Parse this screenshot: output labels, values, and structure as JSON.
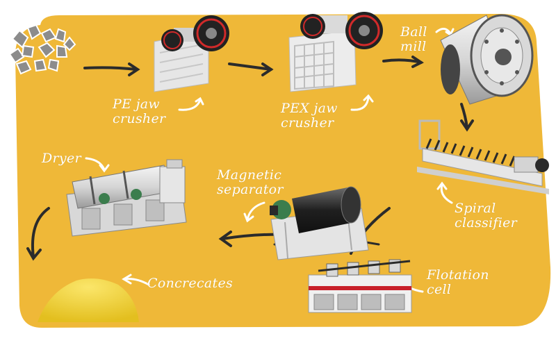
{
  "colors": {
    "background": "#efb838",
    "label_text": "#ffffff",
    "arrow": "#2b2b2b",
    "ore_pile": "#f3d63a",
    "machine_body": "#e9e9e9",
    "machine_red": "#c8202a",
    "machine_dark": "#2a2a2a",
    "motor_green": "#3b7d4d"
  },
  "labels": {
    "pe_jaw_crusher": "PE jaw\ncrusher",
    "pex_jaw_crusher": "PEX jaw\ncrusher",
    "ball_mill": "Ball\nmill",
    "spiral_classifier": "Spiral\nclassifier",
    "flotation_cell": "Flotation\ncell",
    "magnetic_separator": "Magnetic\nseparator",
    "dryer": "Dryer",
    "concentrates": "Concrecates"
  },
  "icons": {
    "raw_ore": "ore-stones-icon",
    "flow_arrow": "curved-arrow-icon"
  }
}
